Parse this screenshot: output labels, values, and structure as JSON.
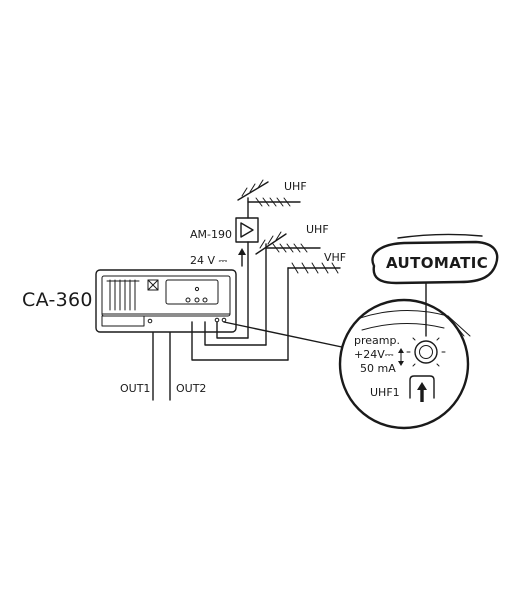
{
  "device": {
    "model": "CA-360"
  },
  "outputs": {
    "out1": "OUT1",
    "out2": "OUT2"
  },
  "preamp": {
    "model": "AM-190",
    "power": "24 V ⎓"
  },
  "antennas": {
    "uhf_top": "UHF",
    "uhf_mid": "UHF",
    "vhf": "VHF"
  },
  "detail": {
    "badge": "AUTOMATIC",
    "preamp_label": "preamp.",
    "preamp_voltage": "+24V⎓",
    "preamp_current": "50 mA",
    "input_label": "UHF1"
  }
}
